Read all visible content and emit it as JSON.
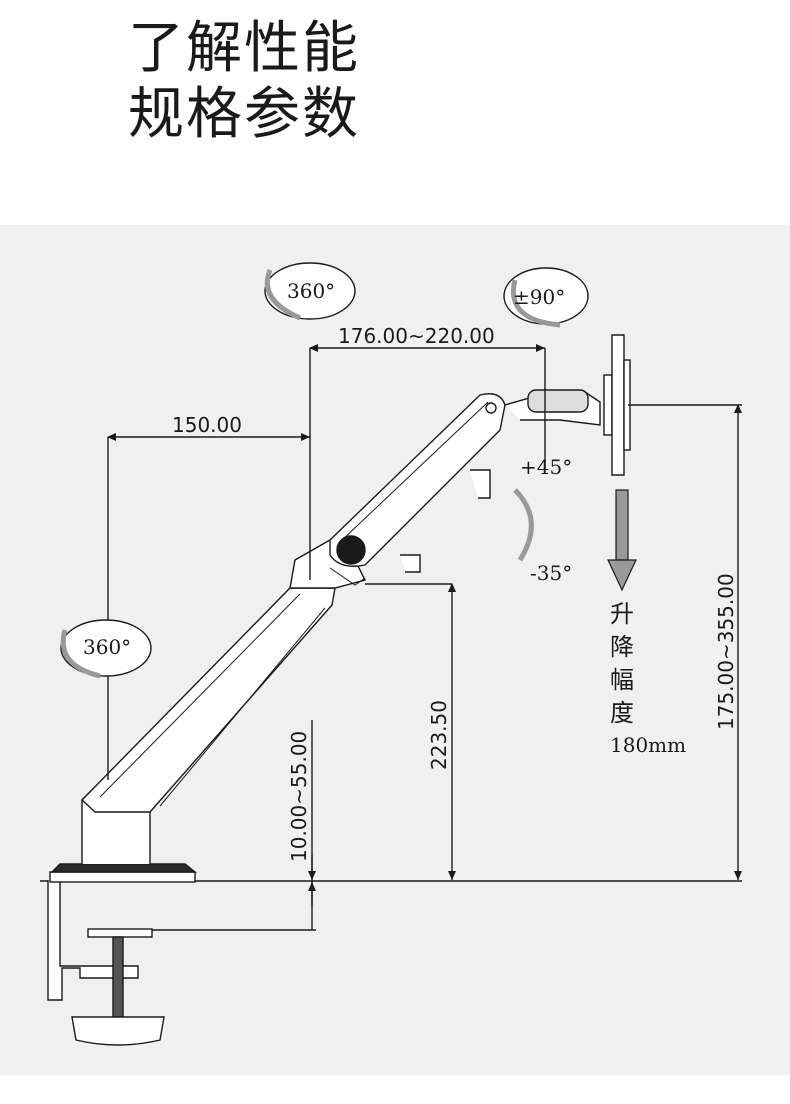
{
  "heading": {
    "line1": "了解性能",
    "line2": "规格参数"
  },
  "labels": {
    "rot_base": "360°",
    "rot_top": "360°",
    "rot_head": "±90°",
    "span_top": "176.00~220.00",
    "span_left": "150.00",
    "tilt_up": "+45°",
    "tilt_down": "-35°",
    "height_joint": "223.50",
    "height_clamp": "10.00~55.00",
    "height_total": "175.00~355.00",
    "lift_chars": [
      "升",
      "降",
      "幅",
      "度"
    ],
    "lift_value": "180mm"
  },
  "colors": {
    "panel": "#f0f0f0",
    "line": "#1a1a1a",
    "arrow": "#888888"
  }
}
